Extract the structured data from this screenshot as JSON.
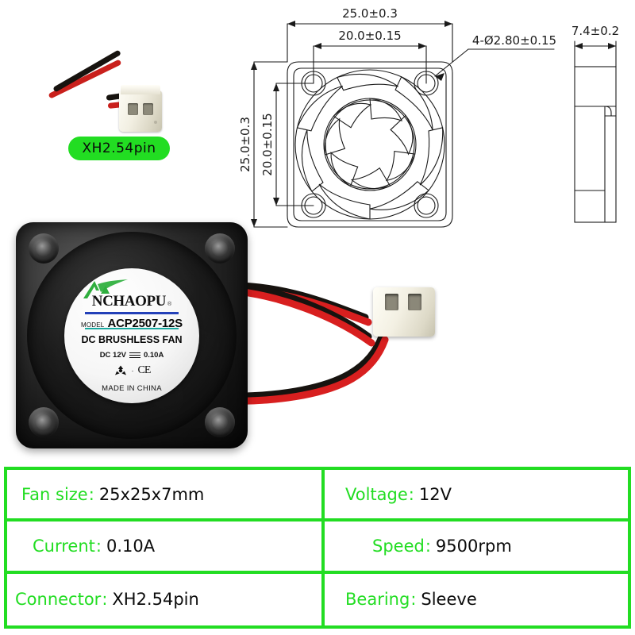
{
  "connector_photo": {
    "badge_label": "XH2.54pin",
    "wire_colors": [
      "#c9201c",
      "#17130f"
    ],
    "housing_color": "#f2efe2"
  },
  "tech_drawing": {
    "dim_width_outer": "25.0±0.3",
    "dim_width_inner": "20.0±0.15",
    "dim_height_outer": "25.0±0.3",
    "dim_height_inner": "20.0±0.15",
    "dim_holes": "4-Ø2.80±0.15",
    "dim_thickness": "7.4±0.2"
  },
  "fan_label": {
    "brand": "NCHAOPU",
    "brand_reg": "®",
    "model_keyword": "MODEL",
    "model_value": "ACP2507-12S",
    "type": "DC BRUSHLESS FAN",
    "voltage": "DC 12V",
    "current": "0.10A",
    "ce_mark": "CE",
    "origin": "MADE IN CHINA"
  },
  "spec_table": {
    "accent_color": "#22dd22",
    "rows": [
      {
        "key": "Fan size",
        "sep": ":",
        "value": "25x25x7mm"
      },
      {
        "key": "Voltage",
        "sep": ":",
        "value": "12V"
      },
      {
        "key": "Current",
        "sep": ":",
        "value": "0.10A"
      },
      {
        "key": "Speed",
        "sep": ":",
        "value": "9500rpm"
      },
      {
        "key": "Connector",
        "sep": ":",
        "value": "XH2.54pin"
      },
      {
        "key": "Bearing",
        "sep": ":",
        "value": "Sleeve"
      }
    ]
  }
}
